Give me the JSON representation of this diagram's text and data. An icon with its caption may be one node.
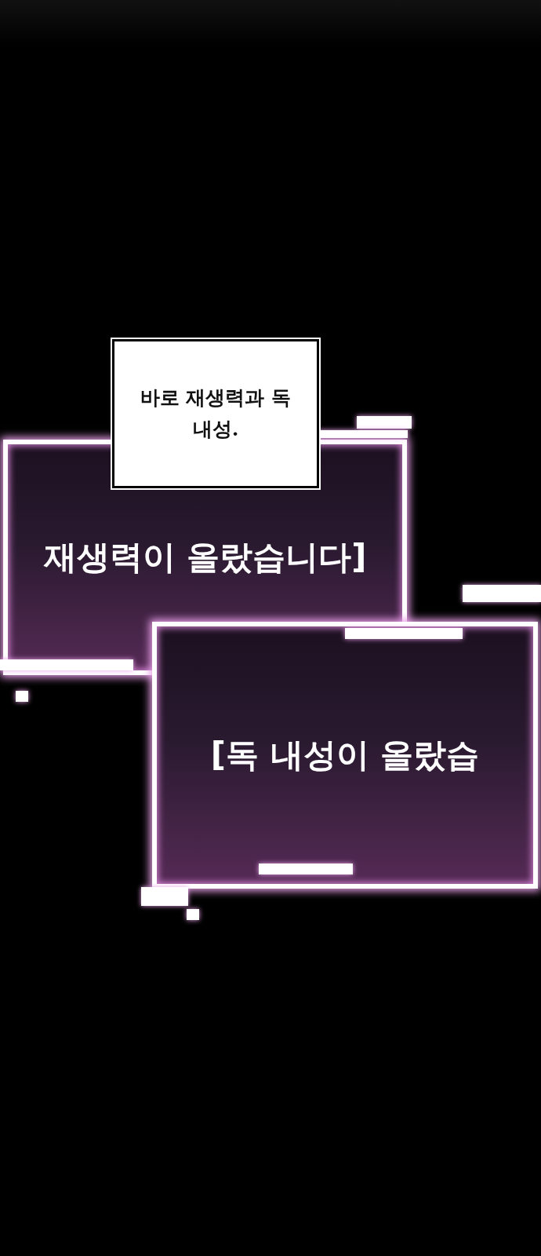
{
  "diagram": {
    "nodes": [
      {
        "text": [
          "바로 재생력과 독 내성."
        ]
      },
      {
        "text": [
          "재생력이 올랐습니다]"
        ]
      },
      {
        "text": [
          "[독 내성이 올랐습"
        ]
      }
    ]
  }
}
